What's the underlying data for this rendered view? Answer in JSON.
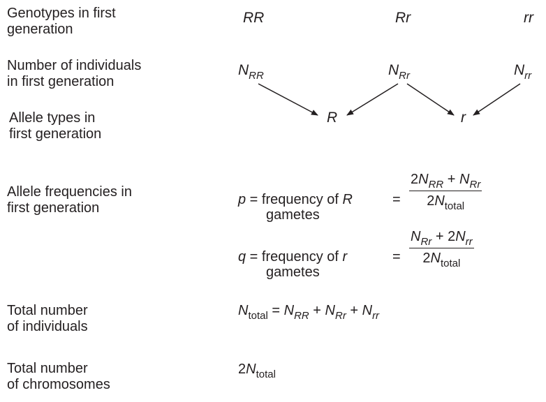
{
  "rows": {
    "genotypes_label": [
      "Genotypes in first",
      "generation"
    ],
    "number_label": [
      "Number of individuals",
      "in first generation"
    ],
    "allele_types_label": [
      "Allele types in",
      "first generation"
    ],
    "allele_freq_label": [
      "Allele frequencies in",
      "first generation"
    ],
    "total_ind_label": [
      "Total number",
      "of individuals"
    ],
    "total_chrom_label": [
      "Total number",
      "of chromosomes"
    ]
  },
  "genotypes": [
    "RR",
    "Rr",
    "rr"
  ],
  "counts": {
    "symbol": "N",
    "subscripts": [
      "RR",
      "Rr",
      "rr"
    ]
  },
  "alleles": [
    "R",
    "r"
  ],
  "equations": {
    "p": {
      "var": "p",
      "text": " = frequency of ",
      "allele": "R",
      "eq": "=",
      "gametes": "gametes",
      "num_coef": "2",
      "num_plus": " + ",
      "den_coef": "2",
      "total_sub": "total"
    },
    "q": {
      "var": "q",
      "text": " = frequency of ",
      "allele": "r",
      "eq": "=",
      "gametes": "gametes",
      "num_coef": "2",
      "num_plus": " + ",
      "den_coef": "2",
      "total_sub": "total"
    },
    "total": {
      "equals": " = ",
      "plus": " + "
    },
    "chromosomes": {
      "coef": "2"
    }
  },
  "colors": {
    "text": "#231f20",
    "background": "#ffffff"
  }
}
